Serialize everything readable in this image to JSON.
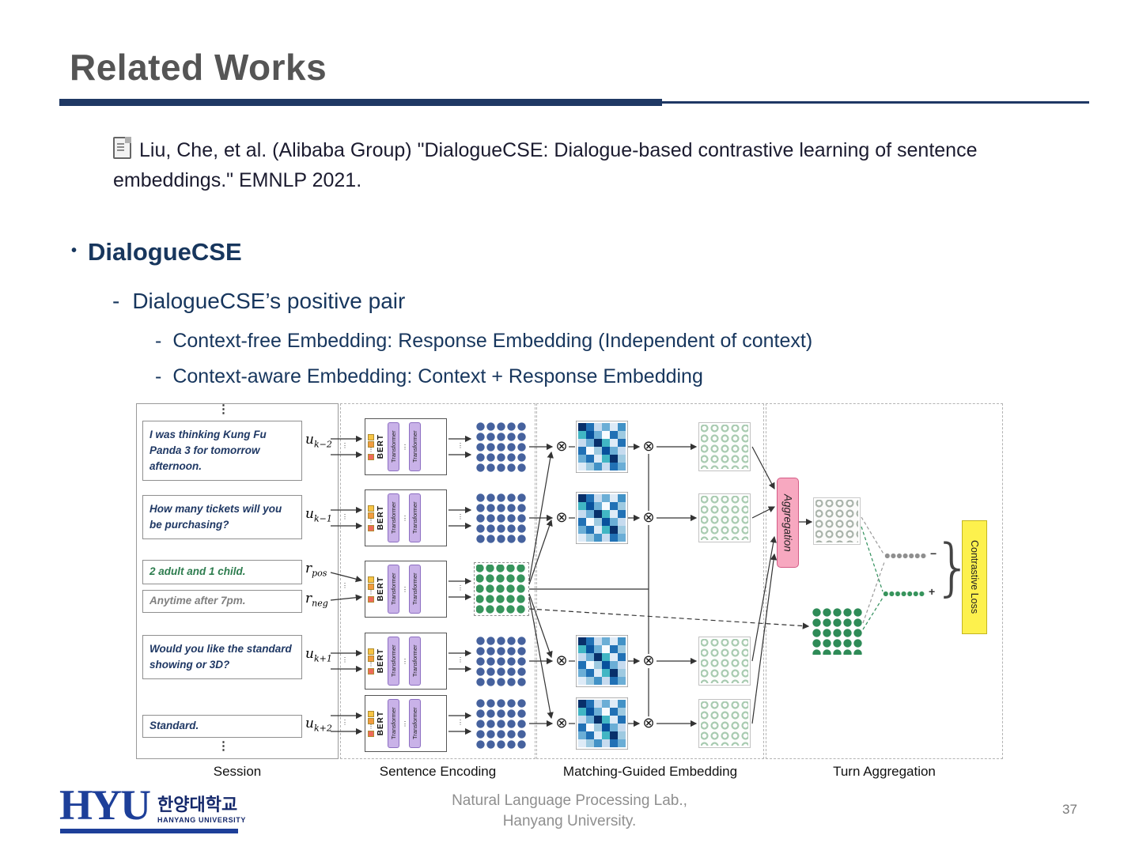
{
  "slide": {
    "title": "Related Works",
    "citation": "Liu, Che, et al. (Alibaba Group) \"DialogueCSE: Dialogue-based contrastive learning of sentence embeddings.\" EMNLP 2021.",
    "icons": {
      "citation": "document-icon"
    },
    "bullets": {
      "dot": "•",
      "dash": "-",
      "level1": "DialogueCSE",
      "level2": "DialogueCSE’s positive pair",
      "level3a": "Context-free Embedding: Response Embedding (Independent of context)",
      "level3b": "Context-aware Embedding: Context + Response Embedding"
    },
    "footer": {
      "logo_hyu": "HYU",
      "logo_kr": "한양대학교",
      "logo_en": "HANYANG UNIVERSITY",
      "line1": "Natural Language Processing Lab.,",
      "line2": "Hanyang University.",
      "page": "37"
    }
  },
  "figure": {
    "columns": [
      "Session",
      "Sentence Encoding",
      "Matching-Guided Embedding",
      "Turn Aggregation"
    ],
    "vdots": "⋮",
    "hdots": "⋮",
    "otimes": "⊗",
    "brace": "}",
    "plus": "+",
    "minus": "−",
    "encoder": {
      "bert": "BERT",
      "transformer": "Transformer"
    },
    "aggregation": "Aggregation",
    "contrastive_loss": "Contrastive Loss",
    "utterances": [
      {
        "text": "I was thinking Kung Fu Panda 3 for tomorrow afternoon.",
        "var": "u",
        "sub": "k−2"
      },
      {
        "text": "How many tickets will you be purchasing?",
        "var": "u",
        "sub": "k−1"
      },
      {
        "text": "2 adult and 1 child.",
        "var": "r",
        "sub": "pos"
      },
      {
        "text": "Anytime after 7pm.",
        "var": "r",
        "sub": "neg"
      },
      {
        "text": "Would you like the standard showing or 3D?",
        "var": "u",
        "sub": "k+1"
      },
      {
        "text": "Standard.",
        "var": "u",
        "sub": "k+2"
      }
    ],
    "colors": {
      "context_embedding_blue": "#46629e",
      "response_embedding_green": "#2e8b57",
      "aggregation_pink": "#f7a8c0",
      "loss_yellow": "#fdf14d",
      "transformer_purple": "#c9b2e8"
    }
  }
}
